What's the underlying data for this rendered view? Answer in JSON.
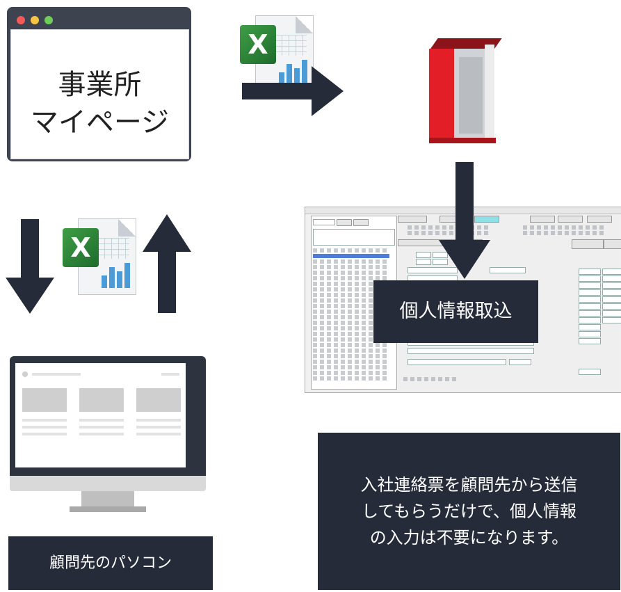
{
  "mypage_window": {
    "title_line1": "事業所",
    "title_line2": "マイページ",
    "dot_colors": [
      "#f15a5a",
      "#f6c443",
      "#6fce5a"
    ]
  },
  "excel_file_icon": {
    "letter": "X",
    "color": "#2e8b3a"
  },
  "binder": {
    "color": "#e41e26"
  },
  "import_label": "個人情報取込",
  "client_pc_label": "顧問先のパソコン",
  "note": {
    "line1": "入社連絡票を顧問先から送信",
    "line2": "してもらうだけで、個人情報",
    "line3": "の入力は不要になります。"
  },
  "colors": {
    "dark": "#262b3a",
    "white": "#ffffff"
  }
}
